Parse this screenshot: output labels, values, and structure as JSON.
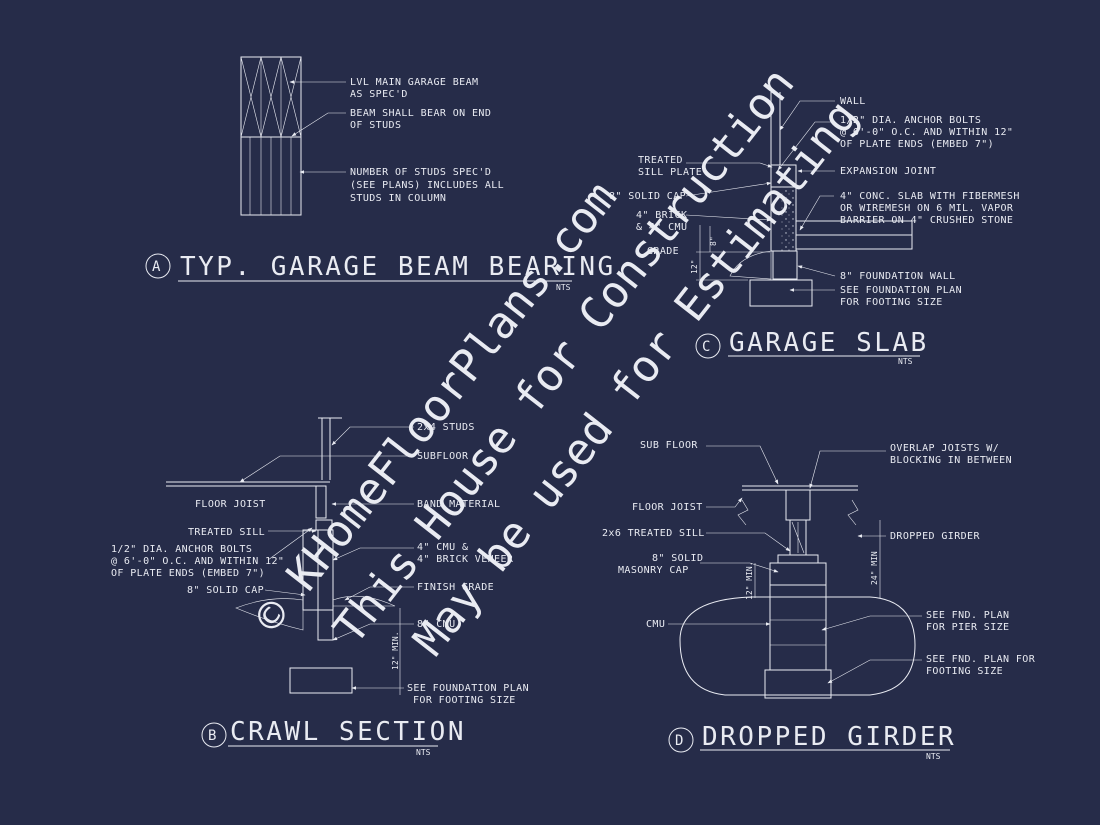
{
  "watermark": {
    "line1": "© KHomeFloorPlans.com",
    "line2": "This House for Construction",
    "line3": "May be used for Estimating"
  },
  "detail_a": {
    "marker": "A",
    "title": "TYP. GARAGE BEAM BEARING",
    "scale": "NTS",
    "notes": [
      "LVL MAIN GARAGE BEAM",
      "AS SPEC'D",
      "BEAM SHALL BEAR ON END",
      "OF STUDS",
      "NUMBER OF STUDS SPEC'D",
      "(SEE PLANS) INCLUDES ALL",
      "STUDS IN COLUMN"
    ]
  },
  "detail_b": {
    "marker": "B",
    "title": "CRAWL SECTION",
    "scale": "NTS",
    "notes": [
      "2x4 STUDS",
      "SUBFLOOR",
      "FLOOR JOIST",
      "BAND MATERIAL",
      "TREATED SILL",
      "1/2\" DIA. ANCHOR BOLTS",
      "@ 6'-0\" O.C. AND WITHIN 12\"",
      "OF PLATE ENDS (EMBED 7\")",
      "4\" CMU &",
      "4\" BRICK VENEER",
      "FINISH GRADE",
      "8\" SOLID CAP",
      "8\" CMU",
      "12\" MIN.",
      "SEE FOUNDATION PLAN",
      "FOR FOOTING SIZE"
    ]
  },
  "detail_c": {
    "marker": "C",
    "title": "GARAGE SLAB",
    "scale": "NTS",
    "notes": [
      "WALL",
      "1/2\" DIA. ANCHOR BOLTS",
      "@ 6'-0\" O.C. AND WITHIN 12\"",
      "OF PLATE ENDS (EMBED 7\")",
      "TREATED",
      "SILL PLATE",
      "EXPANSION JOINT",
      "8\" SOLID CAP",
      "4\" CONC. SLAB WITH FIBERMESH",
      "OR WIREMESH ON 6 MIL. VAPOR",
      "BARRIER ON 4\" CRUSHED STONE",
      "4\" BRICK",
      "& 4\" CMU",
      "GRADE",
      "8\"",
      "12\"",
      "8\" FOUNDATION WALL",
      "SEE FOUNDATION PLAN",
      "FOR FOOTING SIZE"
    ]
  },
  "detail_d": {
    "marker": "D",
    "title": "DROPPED GIRDER",
    "scale": "NTS",
    "notes": [
      "SUB FLOOR",
      "OVERLAP JOISTS W/",
      "BLOCKING IN BETWEEN",
      "FLOOR JOIST",
      "2x6 TREATED SILL",
      "DROPPED GIRDER",
      "8\" SOLID",
      "MASONRY CAP",
      "12\" MIN.",
      "24\" MIN",
      "CMU",
      "SEE FND. PLAN",
      "FOR PIER SIZE",
      "SEE FND. PLAN FOR",
      "FOOTING SIZE"
    ]
  }
}
